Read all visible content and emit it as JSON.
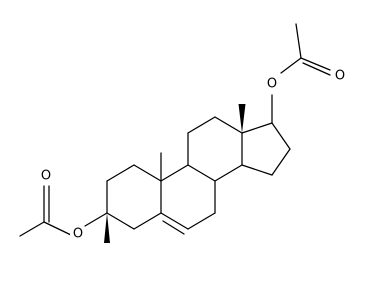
{
  "figure": {
    "title": "",
    "colors": {
      "background": "#ffffff",
      "ink": "#000000"
    }
  },
  "molecule": {
    "atom_labels": {
      "oxygen_ester_top": "O",
      "oxygen_carbonyl_top": "O",
      "oxygen_ester_left": "O",
      "oxygen_carbonyl_left": "O"
    }
  }
}
